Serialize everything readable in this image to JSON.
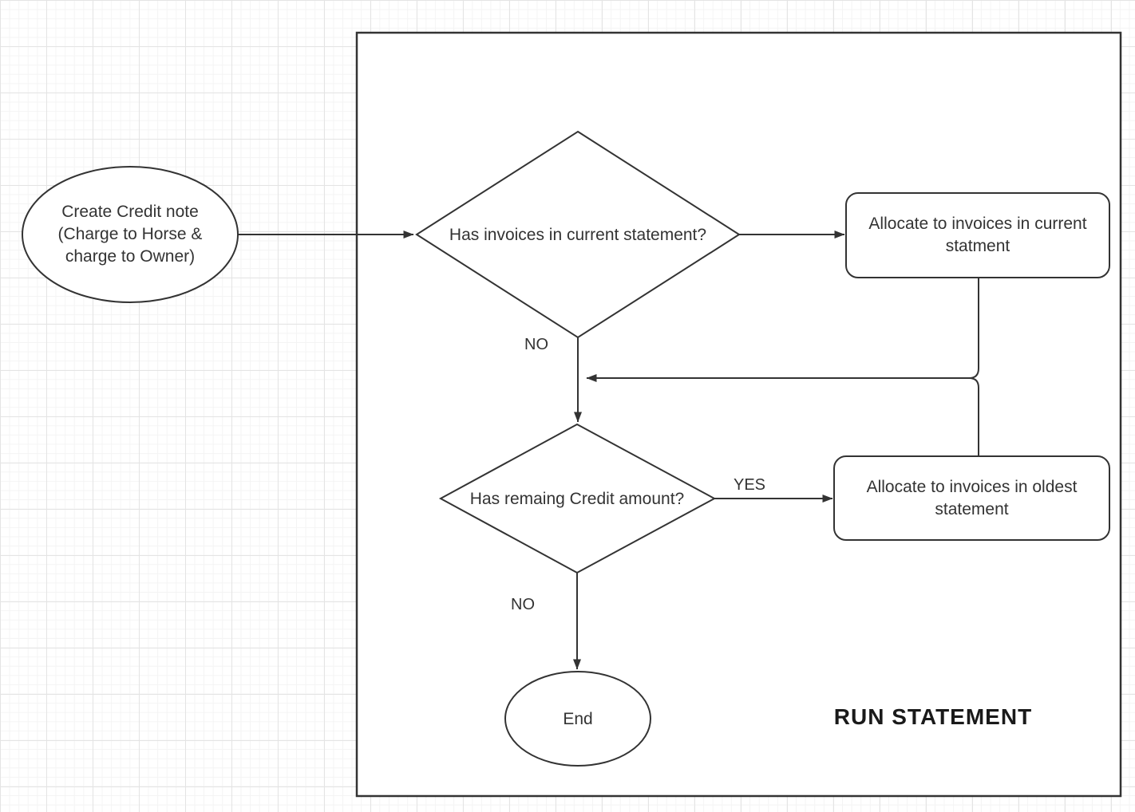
{
  "diagram": {
    "title": "RUN STATEMENT",
    "nodes": {
      "start": {
        "shape": "ellipse",
        "line1": "Create Credit note",
        "line2": "(Charge to Horse &",
        "line3": "charge to Owner)"
      },
      "decision_current": {
        "shape": "diamond",
        "label": "Has invoices in current statement?"
      },
      "process_current": {
        "shape": "rounded-rectangle",
        "line1": "Allocate to invoices in current",
        "line2": "statment"
      },
      "decision_remaining": {
        "shape": "diamond",
        "label": "Has remaing Credit amount?"
      },
      "process_oldest": {
        "shape": "rounded-rectangle",
        "line1": "Allocate to invoices in oldest",
        "line2": "statement"
      },
      "end": {
        "shape": "ellipse",
        "label": "End"
      }
    },
    "edge_labels": {
      "no_current": "NO",
      "yes_remaining": "YES",
      "no_remaining": "NO"
    },
    "colors": {
      "stroke": "#333333",
      "text": "#333333",
      "node_fill": "#ffffff",
      "grid_minor": "#f4f4f4",
      "grid_major": "#e4e4e4",
      "canvas": "#ffffff"
    }
  }
}
